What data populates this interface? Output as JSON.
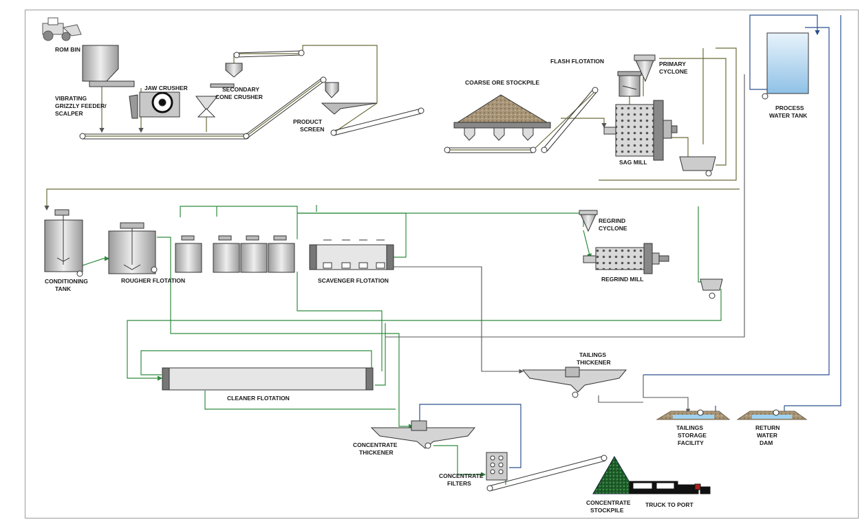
{
  "labels": {
    "rom_bin": "ROM BIN",
    "vibrating_1": "VIBRATING",
    "vibrating_2": "GRIZZLY FEEDER/",
    "vibrating_3": "SCALPER",
    "jaw_crusher": "JAW CRUSHER",
    "secondary_1": "SECONDARY",
    "secondary_2": "CONE CRUSHER",
    "product_1": "PRODUCT",
    "product_2": "SCREEN",
    "coarse_ore": "COARSE ORE STOCKPILE",
    "flash_flotation": "FLASH FLOTATION",
    "primary_1": "PRIMARY",
    "primary_2": "CYCLONE",
    "sag_mill": "SAG MILL",
    "process_1": "PROCESS",
    "process_2": "WATER TANK",
    "conditioning_1": "CONDITIONING",
    "conditioning_2": "TANK",
    "rougher": "ROUGHER  FLOTATION",
    "scavenger": "SCAVENGER FLOTATION",
    "regrind_1": "REGRIND",
    "regrind_2": "CYCLONE",
    "regrind_mill": "REGRIND MILL",
    "cleaner": "CLEANER FLOTATION",
    "tailings_thick_1": "TAILINGS",
    "tailings_thick_2": "THICKENER",
    "tsf_1": "TAILINGS",
    "tsf_2": "STORAGE",
    "tsf_3": "FACILITY",
    "return_1": "RETURN",
    "return_2": "WATER",
    "return_3": "DAM",
    "conc_thick_1": "CONCENTRATE",
    "conc_thick_2": "THICKENER",
    "conc_filters_1": "CONCENTRATE",
    "conc_filters_2": "FILTERS",
    "conc_stock_1": "CONCENTRATE",
    "conc_stock_2": "STOCKPILE",
    "truck": "TRUCK TO PORT"
  },
  "colors": {
    "ore_line": "#6b6b3a",
    "slurry_line": "#2e8b3e",
    "water_line": "#2a4f8f",
    "tailings_line": "#555555",
    "equipment_fill": "#cfcfcf",
    "equipment_stroke": "#333333",
    "water_fill": "#b9d8ef"
  }
}
